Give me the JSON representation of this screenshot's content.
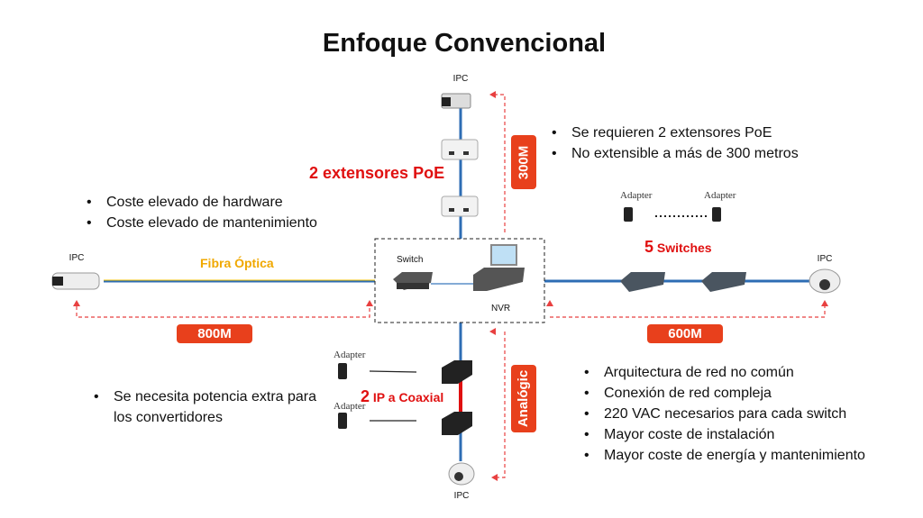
{
  "title": "Enfoque Convencional",
  "top": {
    "ipc": "IPC",
    "label": "2 extensores PoE",
    "distance": "300M",
    "bullets": [
      "Se requieren 2 extensores PoE",
      "No extensible a más de 300 metros"
    ]
  },
  "left": {
    "ipc": "IPC",
    "fiber": "Fibra Óptica",
    "distance": "800M",
    "bullets": [
      "Coste elevado de hardware",
      "Coste elevado de mantenimiento"
    ]
  },
  "center": {
    "switch": "Switch",
    "nvr": "NVR"
  },
  "right": {
    "ipc": "IPC",
    "adapter1": "Adapter",
    "adapter2": "Adapter",
    "label_num": "5",
    "label_text": "Switches",
    "distance": "600M",
    "bullets": [
      "Arquitectura de red no común",
      "Conexión de red compleja",
      "220 VAC necesarios para cada switch",
      "Mayor coste de instalación",
      "Mayor coste de energía y mantenimiento"
    ]
  },
  "bottom": {
    "ipc": "IPC",
    "adapter1": "Adapter",
    "adapter2": "Adapter",
    "label_num": "2",
    "label_text": "IP a Coaxial",
    "distance": "Analógic",
    "bullets": [
      "Se necesita potencia extra para los convertidores"
    ]
  },
  "colors": {
    "line": "#2e6db4",
    "badge": "#e8401c",
    "red": "#e01010",
    "fiber": "#f0a800"
  }
}
